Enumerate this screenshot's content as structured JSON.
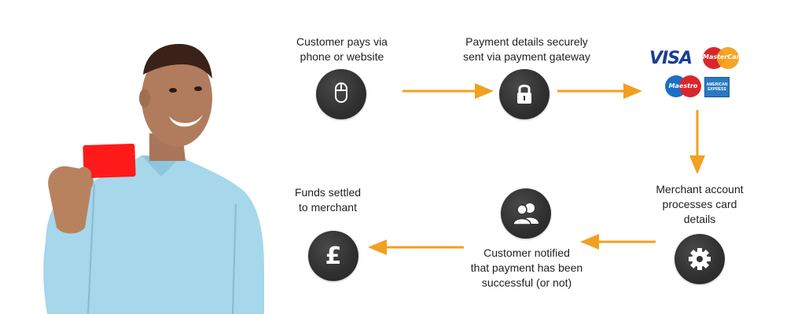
{
  "steps": {
    "pay": {
      "label": "Customer pays via\nphone or website",
      "icon": "mouse-icon"
    },
    "secure": {
      "label": "Payment details securely\nsent via payment gateway",
      "icon": "lock-icon"
    },
    "merchant": {
      "label": "Merchant account\nprocesses card\ndetails",
      "icon": "gear-icon"
    },
    "notified": {
      "label": "Customer notified\nthat payment has been\nsuccessful (or not)",
      "icon": "users-icon"
    },
    "funds": {
      "label": "Funds settled\nto merchant",
      "icon": "pound-icon"
    }
  },
  "card_brands": {
    "visa": "VISA",
    "mastercard": "MasterCard",
    "maestro": "Maestro",
    "amex": "AMERICAN EXPRESS"
  },
  "colors": {
    "arrow": "#f2a01f",
    "circle": "#2f2f2f",
    "card": "#ff1a1a",
    "shirt": "#9fd3e8"
  }
}
